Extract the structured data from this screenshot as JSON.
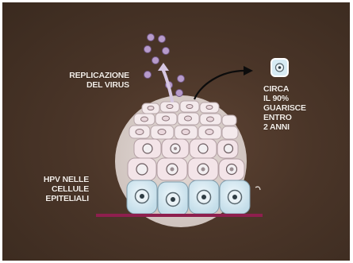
{
  "labels": {
    "replication": [
      "REPLICAZIONE",
      "DEL VIRUS"
    ],
    "clearance": [
      "CIRCA",
      "IL 90%",
      "GUARISCE",
      "ENTRO",
      "2 ANNI"
    ],
    "hpv": [
      "HPV NELLE",
      "CELLULE",
      "EPITELIALI"
    ]
  },
  "colors": {
    "background": "#4a3528",
    "virus": "#b79bcb",
    "tissue_circle": "#ddd3cf",
    "basal_cell": "#d7ebf4",
    "basement_membrane": "#8e1f4e",
    "arrow": "#0c0c0c"
  },
  "icons": {
    "arrow": "curved-arrow-icon",
    "healthy_cell": "healthy-cell-icon"
  }
}
